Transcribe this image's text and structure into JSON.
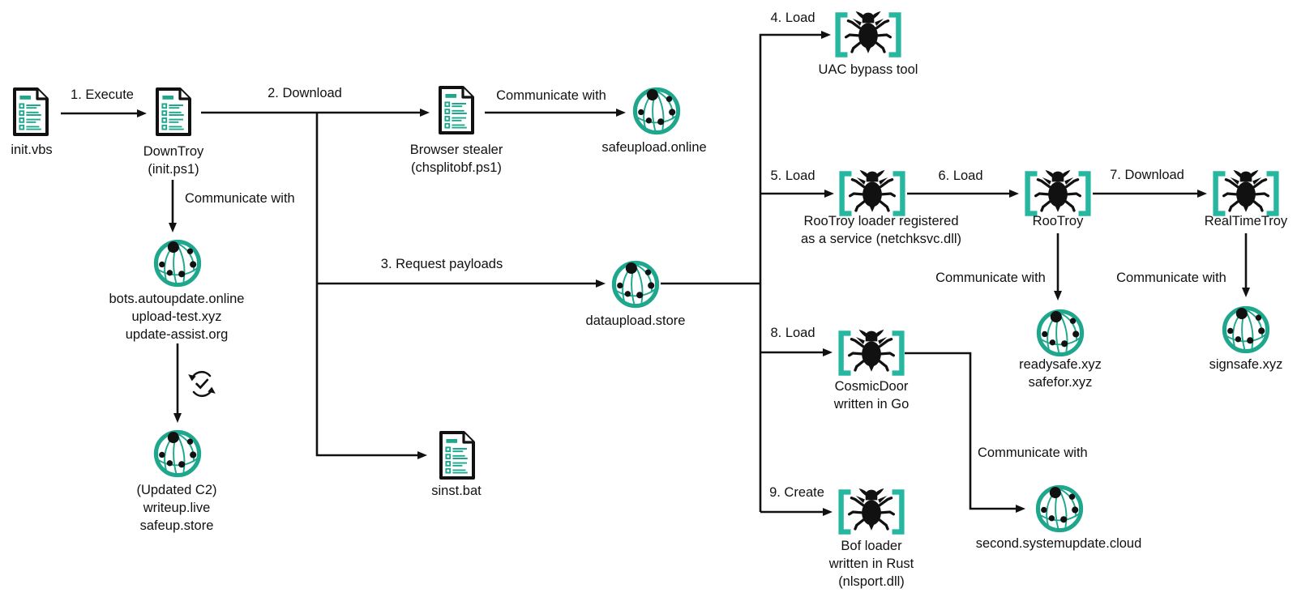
{
  "nodes": {
    "init_vbs": {
      "label": "init.vbs"
    },
    "downtroy": {
      "label": "DownTroy",
      "sublabel": "(init.ps1)"
    },
    "browser_stealer": {
      "label": "Browser stealer",
      "sublabel": "(chsplitobf.ps1)"
    },
    "safeupload": {
      "label": "safeupload.online"
    },
    "c2_initial": {
      "line1": "bots.autoupdate.online",
      "line2": "upload-test.xyz",
      "line3": "update-assist.org"
    },
    "c2_updated": {
      "line1": "(Updated C2)",
      "line2": "writeup.live",
      "line3": "safeup.store"
    },
    "dataupload": {
      "label": "dataupload.store"
    },
    "sinst": {
      "label": "sinst.bat"
    },
    "uac_bypass": {
      "label": "UAC bypass tool"
    },
    "rootroy_loader": {
      "line1": "RooTroy loader registered",
      "line2": "as a service (netchksvc.dll)"
    },
    "rootroy": {
      "label": "RooTroy"
    },
    "realtimetroy": {
      "label": "RealTimeTroy"
    },
    "readysafe": {
      "line1": "readysafe.xyz",
      "line2": "safefor.xyz"
    },
    "signsafe": {
      "label": "signsafe.xyz"
    },
    "cosmicdoor": {
      "line1": "CosmicDoor",
      "line2": "written in Go"
    },
    "second_c2": {
      "label": "second.systemupdate.cloud"
    },
    "bof_loader": {
      "line1": "Bof loader",
      "line2": "written in Rust",
      "line3": "(nlsport.dll)"
    }
  },
  "edges": {
    "step1": "1. Execute",
    "step2": "2. Download",
    "step3": "3. Request payloads",
    "step4": "4. Load",
    "step5": "5. Load",
    "step6": "6. Load",
    "step7": "7. Download",
    "step8": "8. Load",
    "step9": "9. Create",
    "communicate": "Communicate with"
  },
  "colors": {
    "teal": "#1fa78e",
    "bracket": "#26b7a0",
    "ink": "#111111"
  }
}
